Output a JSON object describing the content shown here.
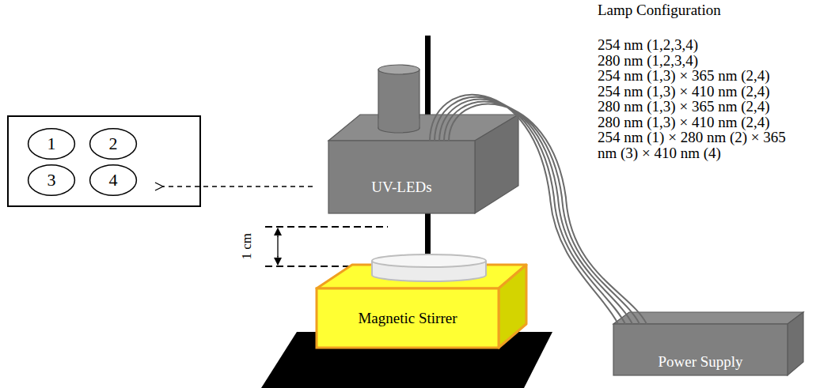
{
  "diagram": {
    "nodes": [
      {
        "text": [
          "1"
        ]
      },
      {
        "text": [
          "2"
        ]
      },
      {
        "text": [
          "3"
        ]
      },
      {
        "text": [
          "4"
        ]
      },
      {
        "text": [
          "UV-LEDs"
        ]
      },
      {
        "text": [
          "Magnetic Stirrer"
        ]
      },
      {
        "text": [
          "Power Supply"
        ]
      }
    ],
    "edges": [
      {
        "from": 4,
        "to": 6,
        "arrow": "none"
      }
    ],
    "labels": [
      "Lamp Configuration",
      "254 nm (1,2,3,4)",
      "280 nm (1,2,3,4)",
      "254 nm (1,3) × 365 nm (2,4)",
      "254 nm (1,3) × 410 nm (2,4)",
      "280 nm (1,3) × 365 nm (2,4)",
      "280 nm (1,3) × 410 nm (2,4)",
      "254 nm (1) × 280 nm (2) × 365 nm (3) × 410 nm (4)",
      "1 cm"
    ]
  }
}
